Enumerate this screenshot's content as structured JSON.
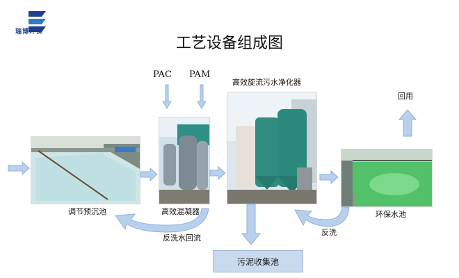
{
  "logo": {
    "brand_text": "瑞博环保"
  },
  "title": "工艺设备组成图",
  "inputs": {
    "pac": "PAC",
    "pam": "PAM"
  },
  "nodes": {
    "pre_sedimentation_tank": "调节预沉池",
    "coagulator": "高效混凝器",
    "purifier": "高效旋流污水净化器",
    "eco_pool": "环保水池",
    "sludge_tank": "污泥收集池"
  },
  "flows": {
    "reuse": "回用",
    "backwash": "反洗",
    "backwash_return": "反洗水回流"
  },
  "colors": {
    "arrow_fill": "#b8d0ec",
    "arrow_stroke": "#8fb2da",
    "logo_blue": "#1d3f8f"
  }
}
